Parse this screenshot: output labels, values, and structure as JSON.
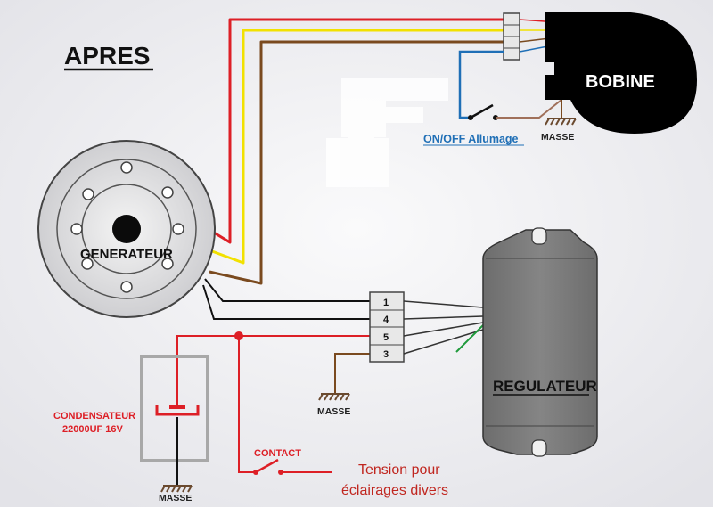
{
  "title": "APRES",
  "components": {
    "bobine": "BOBINE",
    "generateur": "GENERATEUR",
    "regulateur": "REGULATEUR"
  },
  "labels": {
    "switch_allumage": "ON/OFF Allumage",
    "masse_bobine": "MASSE",
    "masse_regulateur": "MASSE",
    "masse_condensateur": "MASSE",
    "condensateur_line1": "CONDENSATEUR",
    "condensateur_line2": "22000UF 16V",
    "contact": "CONTACT",
    "tension_line1": "Tension pour",
    "tension_line2": "éclairages divers"
  },
  "terminals": [
    "1",
    "4",
    "5",
    "3"
  ],
  "colors": {
    "red": "#dd1f26",
    "yellow": "#f2e100",
    "brown": "#7a4a1f",
    "black": "#111111",
    "blue": "#1f6fb6",
    "green": "#1f9a3c",
    "background": "#ececf0"
  }
}
